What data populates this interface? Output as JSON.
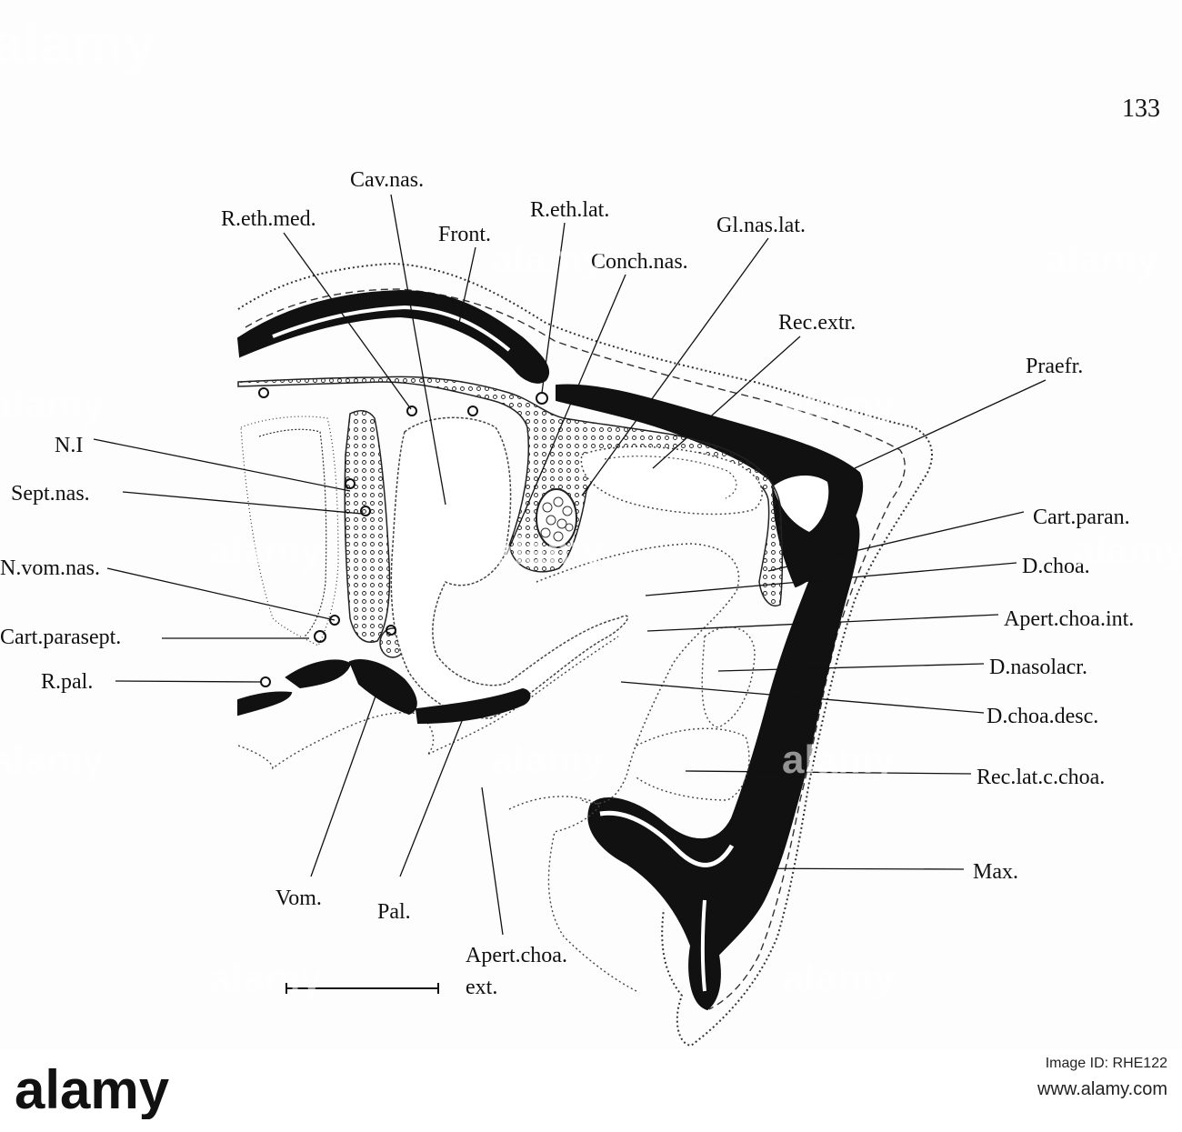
{
  "page_number": "133",
  "labels": {
    "cav_nas": "Cav.nas.",
    "r_eth_med": "R.eth.med.",
    "front": "Front.",
    "r_eth_lat": "R.eth.lat.",
    "gl_nas_lat": "Gl.nas.lat.",
    "conch_nas": "Conch.nas.",
    "rec_extr": "Rec.extr.",
    "praefr": "Praefr.",
    "n_i": "N.I",
    "sept_nas": "Sept.nas.",
    "n_vom_nas": "N.vom.nas.",
    "cart_parasept": "Cart.parasept.",
    "r_pal": "R.pal.",
    "cart_paran": "Cart.paran.",
    "d_choa": "D.choa.",
    "apert_choa_int": "Apert.choa.int.",
    "d_nasolacr": "D.nasolacr.",
    "d_choa_desc": "D.choa.desc.",
    "rec_lat_c_choa": "Rec.lat.c.choa.",
    "max": "Max.",
    "vom": "Vom.",
    "pal": "Pal.",
    "apert_choa_ext_1": "Apert.choa.",
    "apert_choa_ext_2": "ext."
  },
  "watermark": "alamy",
  "footer": {
    "logo_text": "alamy",
    "image_id_label": "Image ID: RHE122",
    "site": "www.alamy.com"
  }
}
